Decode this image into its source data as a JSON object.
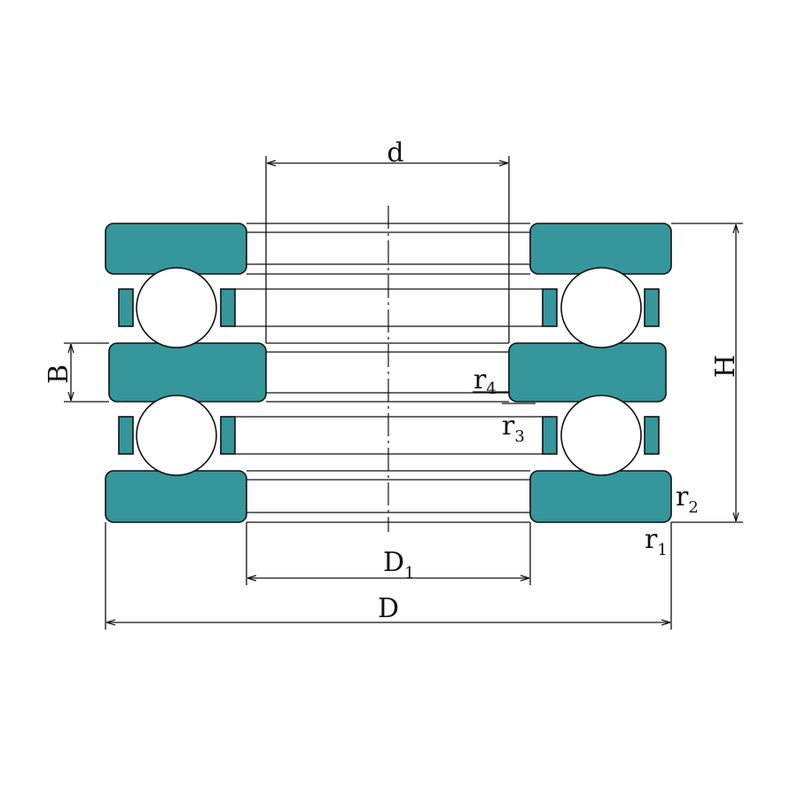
{
  "colors": {
    "ring_fill": "#35969c",
    "line": "#111111",
    "ball_fill": "#ffffff",
    "background": "#ffffff"
  },
  "labels": {
    "d": "d",
    "D": "D",
    "D1_main": "D",
    "D1_sub": "1",
    "B": "B",
    "H": "H",
    "r1_main": "r",
    "r1_sub": "1",
    "r2_main": "r",
    "r2_sub": "2",
    "r3_main": "r",
    "r3_sub": "3",
    "r4_main": "r",
    "r4_sub": "4"
  }
}
